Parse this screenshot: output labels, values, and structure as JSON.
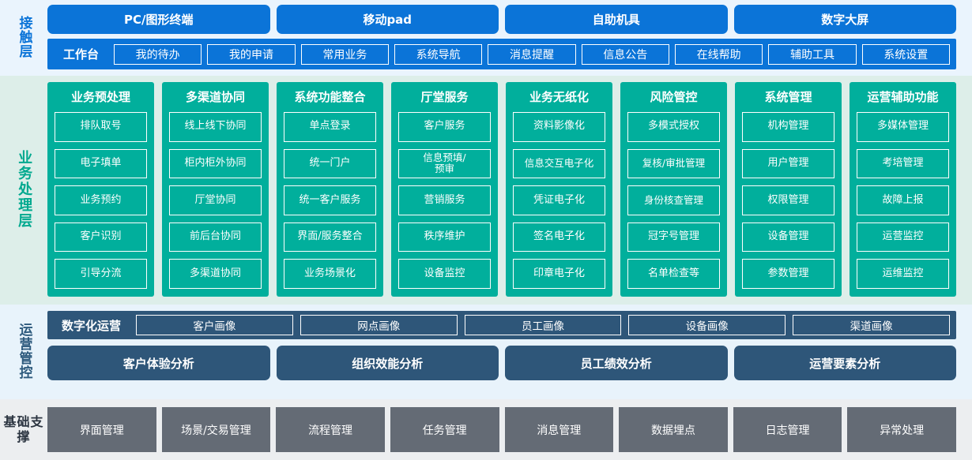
{
  "layers": [
    {
      "id": "touch",
      "label": "接触层",
      "channels": [
        "PC/图形终端",
        "移动pad",
        "自助机具",
        "数字大屏"
      ],
      "bar_title": "工作台",
      "chips": [
        "我的待办",
        "我的申请",
        "常用业务",
        "系统导航",
        "消息提醒",
        "信息公告",
        "在线帮助",
        "辅助工具",
        "系统设置"
      ],
      "colors": {
        "accent": "#0b74d8",
        "background": "#eaf4fd",
        "text": "#ffffff"
      }
    },
    {
      "id": "business",
      "label": "业务处理层",
      "colors": {
        "accent": "#01af9c",
        "background": "#ddeee9",
        "text": "#ffffff"
      },
      "columns": [
        {
          "title": "业务预处理",
          "items": [
            "排队取号",
            "电子填单",
            "业务预约",
            "客户识别",
            "引导分流"
          ]
        },
        {
          "title": "多渠道协同",
          "items": [
            "线上线下协同",
            "柜内柜外协同",
            "厅堂协同",
            "前后台协同",
            "多渠道协同"
          ]
        },
        {
          "title": "系统功能整合",
          "items": [
            "单点登录",
            "统一门户",
            "统一客户服务",
            "界面/服务整合",
            "业务场景化"
          ]
        },
        {
          "title": "厅堂服务",
          "items": [
            "客户服务",
            "信息预填/\n预审",
            "营销服务",
            "秩序维护",
            "设备监控"
          ]
        },
        {
          "title": "业务无纸化",
          "items": [
            "资料影像化",
            "信息交互电子化",
            "凭证电子化",
            "签名电子化",
            "印章电子化"
          ]
        },
        {
          "title": "风险管控",
          "items": [
            "多模式授权",
            "复核/审批管理",
            "身份核查管理",
            "冠字号管理",
            "名单检查等"
          ]
        },
        {
          "title": "系统管理",
          "items": [
            "机构管理",
            "用户管理",
            "权限管理",
            "设备管理",
            "参数管理"
          ]
        },
        {
          "title": "运营辅助功能",
          "items": [
            "多媒体管理",
            "考培管理",
            "故障上报",
            "运营监控",
            "运维监控"
          ]
        }
      ]
    },
    {
      "id": "operations",
      "label": "运营管控",
      "bar_title": "数字化运营",
      "chips": [
        "客户画像",
        "网点画像",
        "员工画像",
        "设备画像",
        "渠道画像"
      ],
      "blocks": [
        "客户体验分析",
        "组织效能分析",
        "员工绩效分析",
        "运营要素分析"
      ],
      "colors": {
        "accent": "#2e5679",
        "background": "#e8f3fb",
        "text": "#ffffff"
      }
    },
    {
      "id": "foundation",
      "label": "基础支撑",
      "items": [
        "界面管理",
        "场景/交易管理",
        "流程管理",
        "任务管理",
        "消息管理",
        "数据埋点",
        "日志管理",
        "异常处理"
      ],
      "colors": {
        "accent": "#646b75",
        "background": "#eceef0",
        "text": "#ffffff"
      }
    }
  ]
}
